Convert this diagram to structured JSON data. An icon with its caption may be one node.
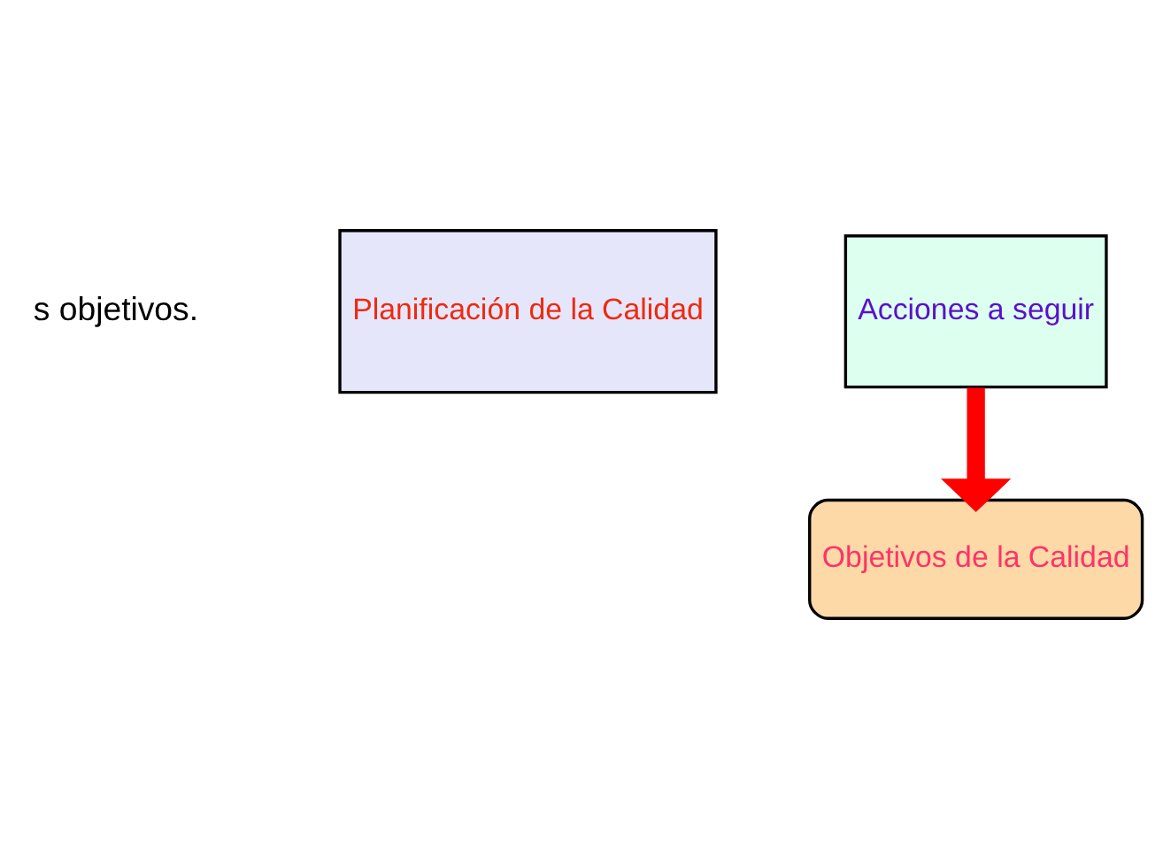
{
  "diagram": {
    "nodes": [
      {
        "text": [
          "Planificación de la Calidad"
        ]
      },
      {
        "text": [
          "Acciones a seguir"
        ]
      },
      {
        "text": [
          "Objetivos de la Calidad"
        ]
      }
    ],
    "edges": [
      {
        "from": 1,
        "to": 2,
        "arrow": "to",
        "color": "#ff0000"
      }
    ],
    "labels": [
      "s objetivos."
    ]
  }
}
